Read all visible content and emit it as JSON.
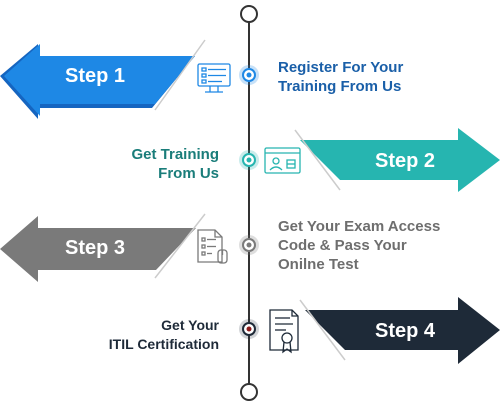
{
  "colors": {
    "line": "#333333",
    "step1": "#1e88e5",
    "step2": "#26b5b0",
    "step3": "#7a7a7a",
    "step4": "#1e2a38",
    "text1": "#1a5fa8",
    "text2": "#1a7d7a",
    "text3": "#6e6e6e",
    "text4": "#1e2a38"
  },
  "steps": [
    {
      "label": "Step 1",
      "description_lines": [
        "Register For Your",
        "Training From Us"
      ],
      "icon": "computer-checklist-icon"
    },
    {
      "label": "Step 2",
      "description_lines": [
        "Get Training",
        "From Us"
      ],
      "icon": "video-training-icon"
    },
    {
      "label": "Step 3",
      "description_lines": [
        "Get Your Exam Access",
        "Code & Pass Your",
        "Onilne Test"
      ],
      "icon": "exam-test-icon"
    },
    {
      "label": "Step 4",
      "description_lines": [
        "Get Your",
        "ITIL Certification"
      ],
      "icon": "certificate-icon"
    }
  ]
}
